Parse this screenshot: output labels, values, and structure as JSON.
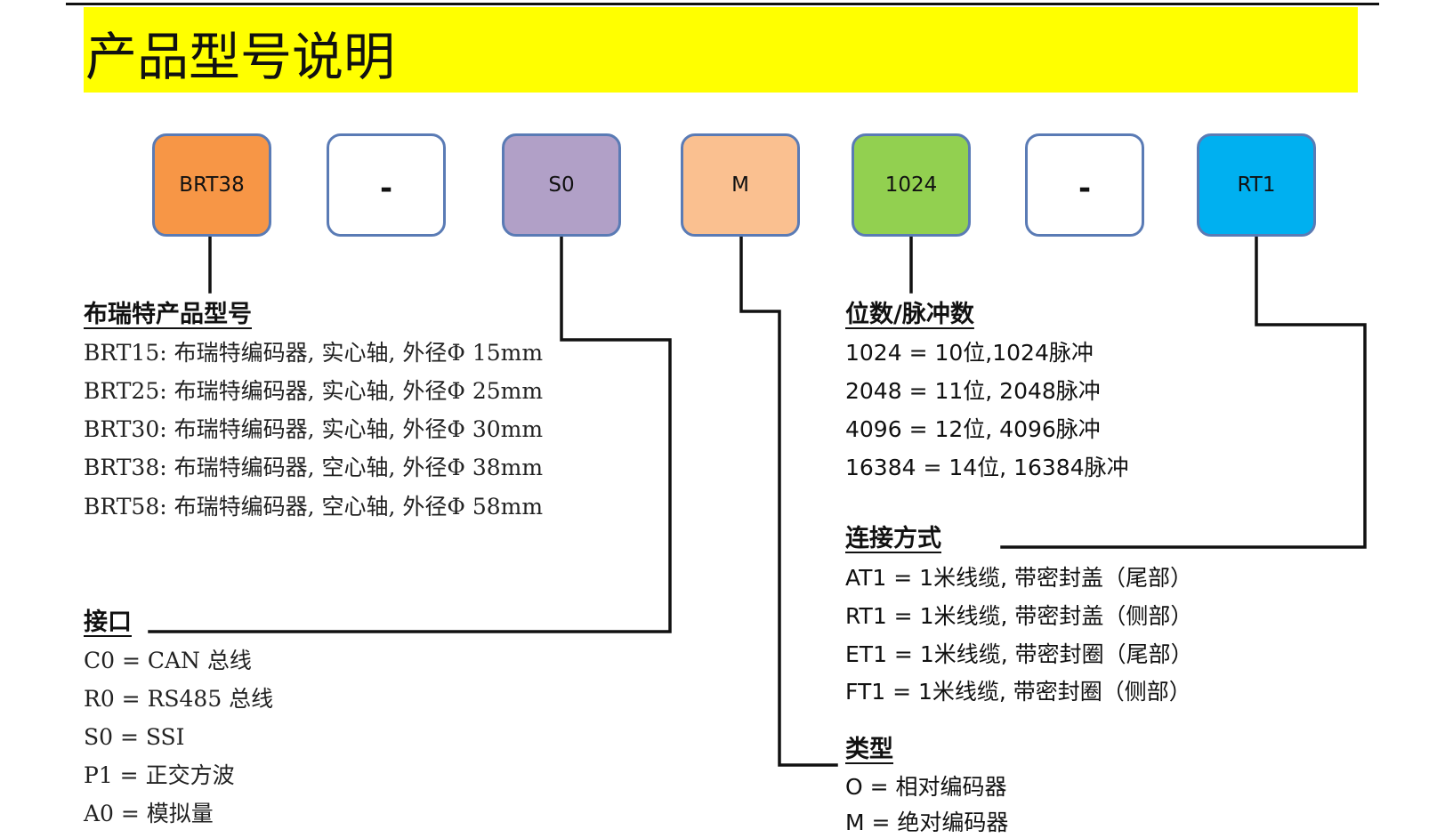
{
  "colors": {
    "banner": "#ffff00",
    "box_brt38": "#f79646",
    "box_dash": "#ffffff",
    "box_s0": "#b1a0c7",
    "box_m": "#fac090",
    "box_1024": "#92d050",
    "box_rt1": "#00b0f0",
    "box_border": "#5a7bb5"
  },
  "title": "产品型号说明",
  "code_boxes": [
    {
      "label": "BRT38"
    },
    {
      "label": "-"
    },
    {
      "label": "S0"
    },
    {
      "label": "M"
    },
    {
      "label": "1024"
    },
    {
      "label": "-"
    },
    {
      "label": "RT1"
    }
  ],
  "sections": {
    "model": {
      "title": "布瑞特产品型号",
      "items": [
        "BRT15: 布瑞特编码器, 实心轴, 外径Φ 15mm",
        "BRT25: 布瑞特编码器, 实心轴, 外径Φ 25mm",
        "BRT30: 布瑞特编码器, 实心轴, 外径Φ 30mm",
        "BRT38: 布瑞特编码器, 空心轴, 外径Φ 38mm",
        "BRT58: 布瑞特编码器, 空心轴, 外径Φ 58mm"
      ]
    },
    "interface": {
      "title": "接口",
      "items": [
        "C0 = CAN 总线",
        "R0 = RS485 总线",
        "S0 = SSI",
        "P1 = 正交方波",
        "A0 = 模拟量"
      ]
    },
    "bits": {
      "title": "位数/脉冲数",
      "items": [
        "1024 = 10位,1024脉冲",
        "2048 = 11位, 2048脉冲",
        "4096 = 12位, 4096脉冲",
        "16384 = 14位, 16384脉冲"
      ]
    },
    "connection": {
      "title": "连接方式",
      "items": [
        "AT1 = 1米线缆, 带密封盖（尾部）",
        "RT1 = 1米线缆, 带密封盖（侧部）",
        "ET1 = 1米线缆, 带密封圈（尾部）",
        "FT1 = 1米线缆, 带密封圈（侧部）"
      ]
    },
    "type": {
      "title": "类型",
      "items": [
        "O = 相对编码器",
        "M = 绝对编码器"
      ]
    }
  }
}
